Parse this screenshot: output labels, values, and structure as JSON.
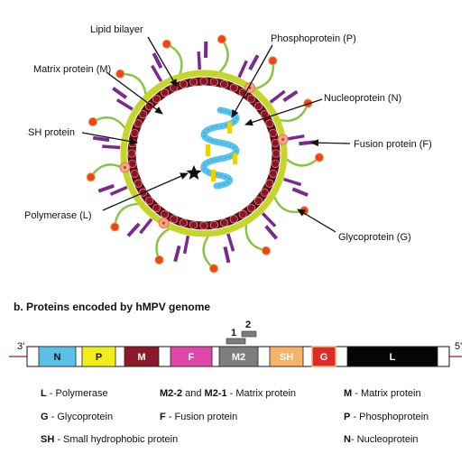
{
  "virion_labels": {
    "lipid_bilayer": "Lipid bilayer",
    "phosphoprotein": "Phosphoprotein (P)",
    "matrix_protein": "Matrix protein (M)",
    "nucleoprotein": "Nucleoprotein (N)",
    "sh_protein": "SH protein",
    "fusion_protein": "Fusion protein (F)",
    "polymerase": "Polymerase (L)",
    "glycoprotein": "Glycoprotein (G)"
  },
  "genome": {
    "title": "b. Proteins encoded by hMPV genome",
    "end_left": "3'",
    "end_right": "5'",
    "segments": [
      {
        "label": "N",
        "color": "#5bc0e8",
        "text_color": "#111111"
      },
      {
        "label": "P",
        "color": "#f2ee1a",
        "text_color": "#111111"
      },
      {
        "label": "M",
        "color": "#8a1a2a",
        "text_color": "#ffffff"
      },
      {
        "label": "F",
        "color": "#de47a8",
        "text_color": "#ffffff"
      },
      {
        "label": "M2",
        "color": "#7d7d7d",
        "text_color": "#ffffff"
      },
      {
        "label": "SH",
        "color": "#f6b36a",
        "text_color": "#ffffff"
      },
      {
        "label": "G",
        "color": "#e02a2a",
        "text_color": "#ffffff"
      },
      {
        "label": "L",
        "color": "#050505",
        "text_color": "#ffffff"
      }
    ],
    "m2_orf_labels": [
      "1",
      "2"
    ]
  },
  "legend": {
    "l_key": "L",
    "l_desc": " - Polymerase",
    "m2_key_a": "M2-2",
    "m2_and": " and ",
    "m2_key_b": "M2-1",
    "m2_desc": " - Matrix protein",
    "m_key": "M",
    "m_desc": " - Matrix protein",
    "g_key": "G",
    "g_desc": " - Glycoprotein",
    "f_key": "F",
    "f_desc": " - Fusion protein",
    "p_key": "P",
    "p_desc": " - Phosphoprotein",
    "sh_key": "SH",
    "sh_desc": " - Small hydrophobic protein",
    "n_key": "N",
    "n_desc": "- Nucleoprotein"
  },
  "colors": {
    "membrane_outer": "#c5d62a",
    "membrane_bead": "#8f1322",
    "glycoprotein_stem": "#86c440",
    "glycoprotein_head": "#e8461d",
    "fusion_protein": "#7a2a8e",
    "sh_protein": "#f4a58a",
    "nucleocapsid": "#56c3ea",
    "phosphoprotein": "#f0d000",
    "genome_line": "#9b1d1d"
  }
}
